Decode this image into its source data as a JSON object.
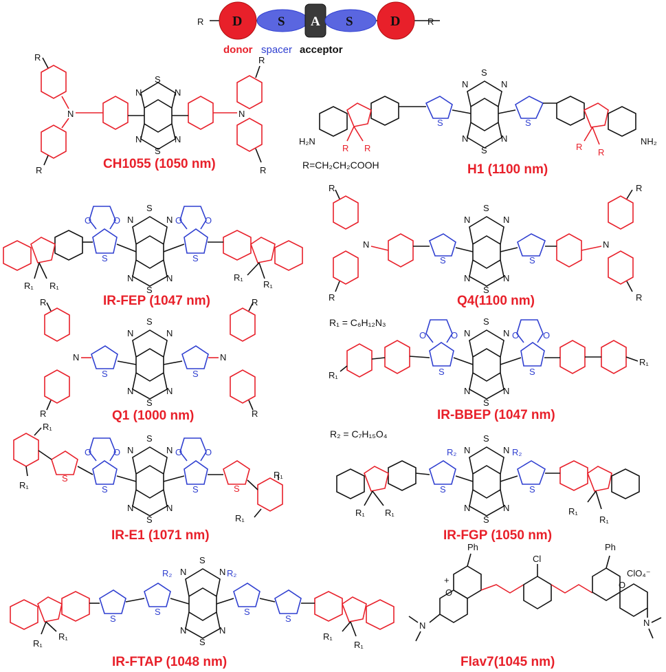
{
  "header": {
    "r": "R",
    "d": "D",
    "s": "S",
    "a": "A",
    "donor": "donor",
    "spacer": "spacer",
    "acceptor": "acceptor",
    "colors": {
      "donor": "#e8202a",
      "spacer": "#2f3fd0",
      "acceptor": "#111111"
    }
  },
  "compounds": [
    {
      "label": "CH1055 (1050 nm)"
    },
    {
      "label": "H1 (1100 nm)"
    },
    {
      "label": "IR-FEP (1047 nm)"
    },
    {
      "label": "Q4(1100 nm)"
    },
    {
      "label": "Q1 (1000 nm)"
    },
    {
      "label": "IR-BBEP (1047 nm)"
    },
    {
      "label": "IR-E1 (1071 nm)"
    },
    {
      "label": "IR-FGP (1050 nm)"
    },
    {
      "label": "IR-FTAP (1048 nm)"
    },
    {
      "label": "Flav7(1045 nm)"
    }
  ],
  "notes": {
    "h1_r": "R=CH₂CH₂COOH",
    "r1": "R₁ = C₆H₁₂N₃",
    "r2": "R₂ = C₇H₁₅O₄"
  },
  "atoms": {
    "n": "N",
    "s": "S",
    "o": "O",
    "cl": "Cl",
    "ph": "Ph",
    "r": "R",
    "r1": "R₁",
    "r2": "R₂",
    "nh2": "NH₂",
    "h2n": "H₂N",
    "clo4": "ClO₄⁻",
    "plus": "+"
  }
}
